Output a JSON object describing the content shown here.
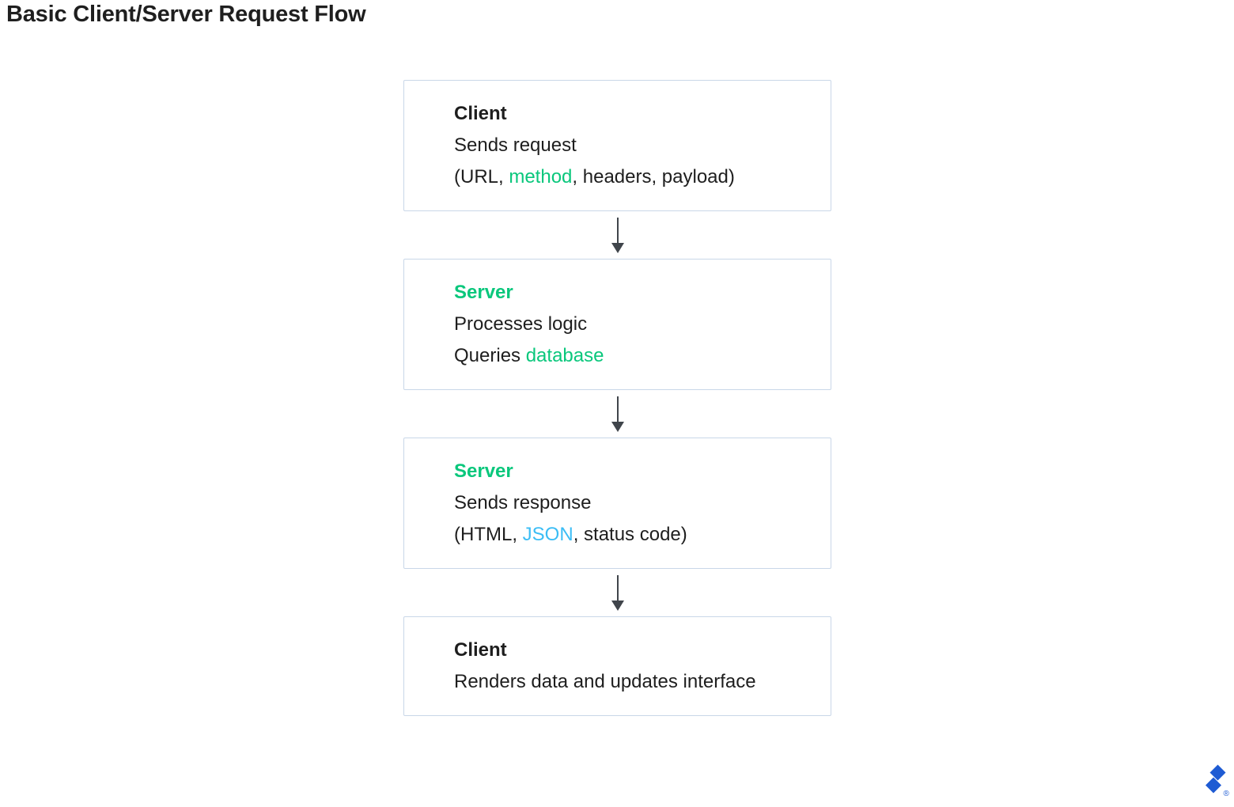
{
  "page": {
    "title": "Basic Client/Server Request Flow"
  },
  "palette": {
    "title": "#1F1F1F",
    "ink": "#1E1E1E",
    "green": "#0AC77C",
    "lightblue": "#3BBDF5",
    "border": "#C9D7E8",
    "arrow": "#40454B",
    "logo-blue": "#1E5BD3",
    "background": "#FFFFFF"
  },
  "flow": {
    "steps": [
      {
        "id": "client-request",
        "heading": {
          "text": "Client",
          "color": "default"
        },
        "lines": [
          {
            "segments": [
              {
                "text": "Sends request",
                "color": "default"
              }
            ]
          },
          {
            "segments": [
              {
                "text": "(URL, ",
                "color": "default"
              },
              {
                "text": "method",
                "color": "green"
              },
              {
                "text": ", headers, payload)",
                "color": "default"
              }
            ]
          }
        ]
      },
      {
        "id": "server-process",
        "heading": {
          "text": "Server",
          "color": "green"
        },
        "lines": [
          {
            "segments": [
              {
                "text": "Processes logic",
                "color": "default"
              }
            ]
          },
          {
            "segments": [
              {
                "text": "Queries ",
                "color": "default"
              },
              {
                "text": "database",
                "color": "green"
              }
            ]
          }
        ]
      },
      {
        "id": "server-response",
        "heading": {
          "text": "Server",
          "color": "green"
        },
        "lines": [
          {
            "segments": [
              {
                "text": "Sends response",
                "color": "default"
              }
            ]
          },
          {
            "segments": [
              {
                "text": "(HTML, ",
                "color": "default"
              },
              {
                "text": "JSON",
                "color": "lightblue"
              },
              {
                "text": ", status code)",
                "color": "default"
              }
            ]
          }
        ]
      },
      {
        "id": "client-render",
        "heading": {
          "text": "Client",
          "color": "default"
        },
        "lines": [
          {
            "segments": [
              {
                "text": "Renders data and updates interface",
                "color": "default"
              }
            ]
          }
        ]
      }
    ]
  },
  "branding": {
    "logo_icon": "toptal-logo-icon",
    "registered_mark": "®"
  }
}
